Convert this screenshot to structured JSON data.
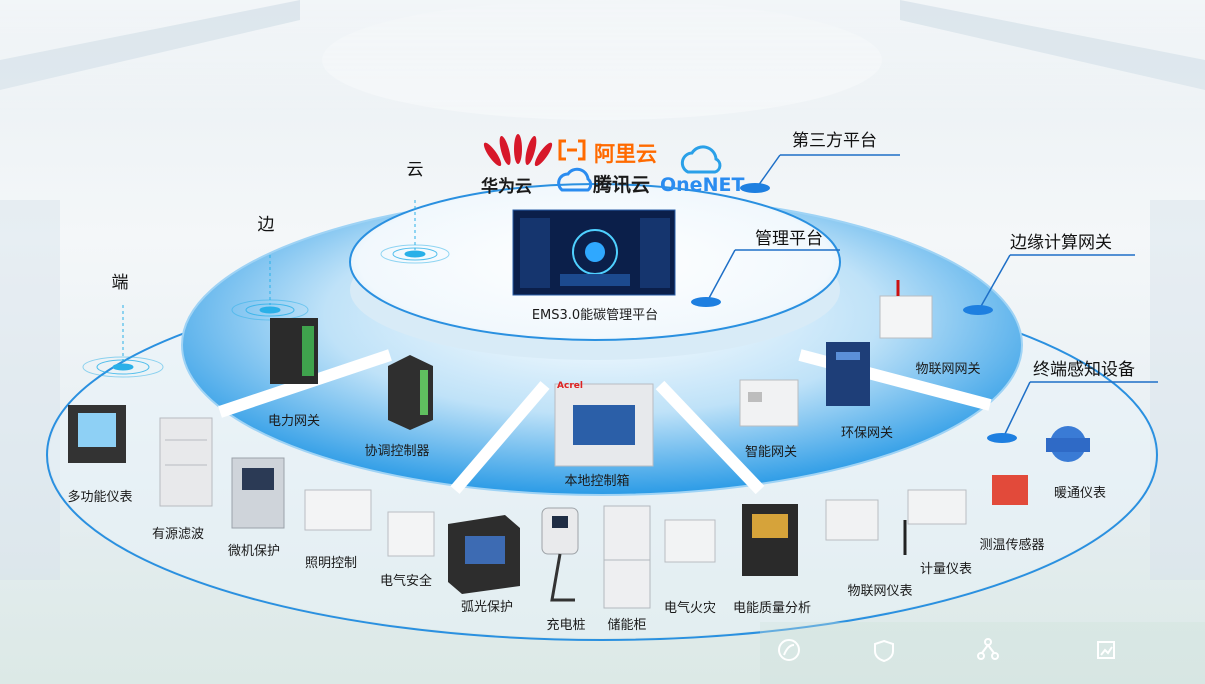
{
  "tiers": {
    "cloud": "云",
    "edge": "边",
    "end": "端"
  },
  "callouts": {
    "third_party": "第三方平台",
    "management": "管理平台",
    "edge_gateway": "边缘计算网关",
    "terminal": "终端感知设备"
  },
  "cloud_providers": {
    "huawei": "华为云",
    "aliyun": "阿里云",
    "tencent": "腾讯云",
    "onenet": "OneNET"
  },
  "platform_label": "EMS3.0能碳管理平台",
  "edge_devices": [
    "电力网关",
    "协调控制器",
    "本地控制箱",
    "智能网关",
    "环保网关",
    "物联网网关"
  ],
  "end_devices": [
    "多功能仪表",
    "有源滤波",
    "微机保护",
    "照明控制",
    "电气安全",
    "弧光保护",
    "充电桩",
    "储能柜",
    "电气火灾",
    "电能质量分析",
    "物联网仪表",
    "计量仪表",
    "测温传感器",
    "暖通仪表"
  ],
  "brand_label": "Acrel",
  "colors": {
    "ring_blue": "#1e88d8",
    "ring_light": "#cfe9fb",
    "accent": "#0a6fd1",
    "huawei_red": "#d7182a",
    "aliyun_orange": "#ff6a00",
    "tencent_blue": "#2a8cf0"
  },
  "icons": [
    "leaf-icon",
    "shield-icon",
    "network-icon",
    "chart-icon"
  ]
}
